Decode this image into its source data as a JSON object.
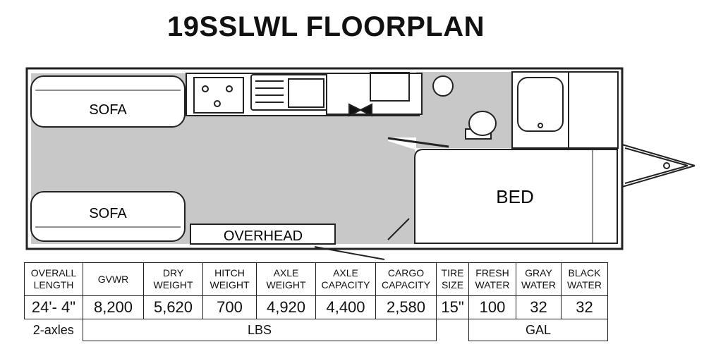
{
  "title": "19SSLWL FLOORPLAN",
  "rooms": {
    "sofa_top": "SOFA",
    "sofa_bottom": "SOFA",
    "overhead": "OVERHEAD",
    "bed": "BED"
  },
  "specs": [
    {
      "label1": "OVERALL",
      "label2": "LENGTH",
      "value": "24'- 4\""
    },
    {
      "label1": "GVWR",
      "label2": "",
      "value": "8,200"
    },
    {
      "label1": "DRY",
      "label2": "WEIGHT",
      "value": "5,620"
    },
    {
      "label1": "HITCH",
      "label2": "WEIGHT",
      "value": "700"
    },
    {
      "label1": "AXLE",
      "label2": "WEIGHT",
      "value": "4,920"
    },
    {
      "label1": "AXLE",
      "label2": "CAPACITY",
      "value": "4,400"
    },
    {
      "label1": "CARGO",
      "label2": "CAPACITY",
      "value": "2,580"
    },
    {
      "label1": "TIRE",
      "label2": "SIZE",
      "value": "15\""
    },
    {
      "label1": "FRESH",
      "label2": "WATER",
      "value": "100"
    },
    {
      "label1": "GRAY",
      "label2": "WATER",
      "value": "32"
    },
    {
      "label1": "BLACK",
      "label2": "WATER",
      "value": "32"
    }
  ],
  "units": {
    "axles": "2-axles",
    "weight": "LBS",
    "volume": "GAL"
  }
}
